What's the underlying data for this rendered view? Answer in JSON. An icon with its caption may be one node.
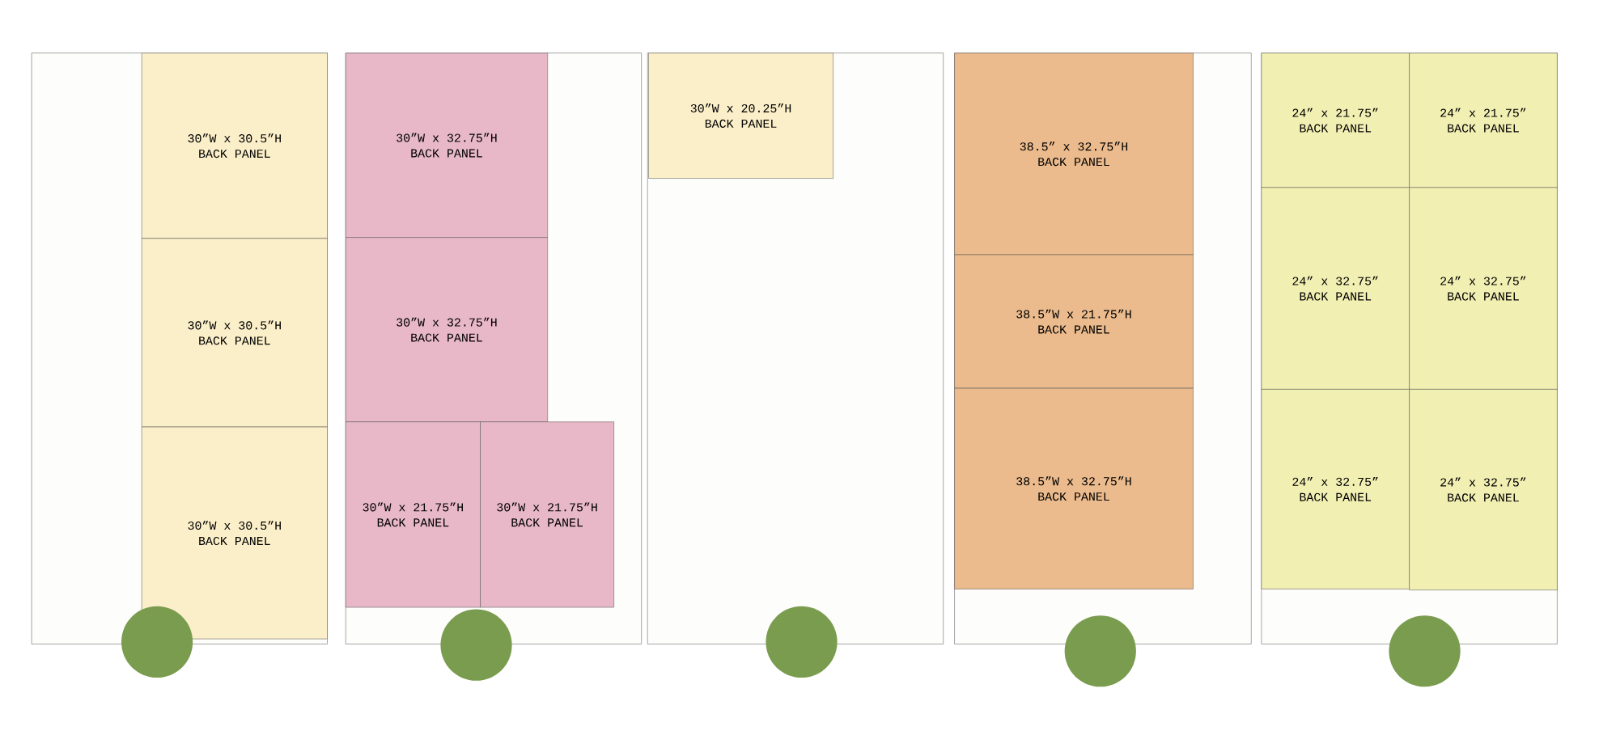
{
  "diagram": {
    "nodes": [
      {
        "text": [],
        "shape": "box"
      },
      {
        "text": [
          "30”W x 30.5”H",
          "BACK PANEL"
        ],
        "in": 0
      },
      {
        "text": [
          "30”W x 30.5”H",
          "BACK PANEL"
        ],
        "in": 0
      },
      {
        "text": [
          "30”W x 30.5”H",
          "BACK PANEL"
        ],
        "in": 0
      },
      {
        "text": [],
        "shape": "box"
      },
      {
        "text": [
          "30”W x 32.75”H",
          "BACK PANEL"
        ],
        "in": 4
      },
      {
        "text": [
          "30”W x 32.75”H",
          "BACK PANEL"
        ],
        "in": 4
      },
      {
        "text": [
          "30”W x 21.75”H",
          "BACK PANEL"
        ],
        "in": 4
      },
      {
        "text": [
          "30”W x 21.75”H",
          "BACK PANEL"
        ],
        "in": 4
      },
      {
        "text": [],
        "shape": "box"
      },
      {
        "text": [
          "30”W x 20.25”H",
          "BACK PANEL"
        ],
        "in": 9
      },
      {
        "text": [],
        "shape": "box"
      },
      {
        "text": [
          "38.5” x 32.75”H",
          "BACK PANEL"
        ],
        "in": 11
      },
      {
        "text": [
          "38.5”W x 21.75”H",
          "BACK PANEL"
        ],
        "in": 11
      },
      {
        "text": [
          "38.5”W x 32.75”H",
          "BACK PANEL"
        ],
        "in": 11
      },
      {
        "text": [],
        "shape": "box"
      },
      {
        "text": [
          "24” x 21.75”",
          "BACK PANEL"
        ],
        "in": 15
      },
      {
        "text": [
          "24” x 21.75”",
          "BACK PANEL"
        ],
        "in": 15
      },
      {
        "text": [
          "24” x 32.75”",
          "BACK PANEL"
        ],
        "in": 15
      },
      {
        "text": [
          "24” x 32.75”",
          "BACK PANEL"
        ],
        "in": 15
      },
      {
        "text": [
          "24” x 32.75”",
          "BACK PANEL"
        ],
        "in": 15
      },
      {
        "text": [
          "24” x 32.75”",
          "BACK PANEL"
        ],
        "in": 15
      },
      {
        "text": [],
        "shape": "circle"
      },
      {
        "text": [],
        "shape": "circle"
      },
      {
        "text": [],
        "shape": "circle"
      },
      {
        "text": [],
        "shape": "circle"
      },
      {
        "text": [],
        "shape": "circle"
      }
    ]
  }
}
